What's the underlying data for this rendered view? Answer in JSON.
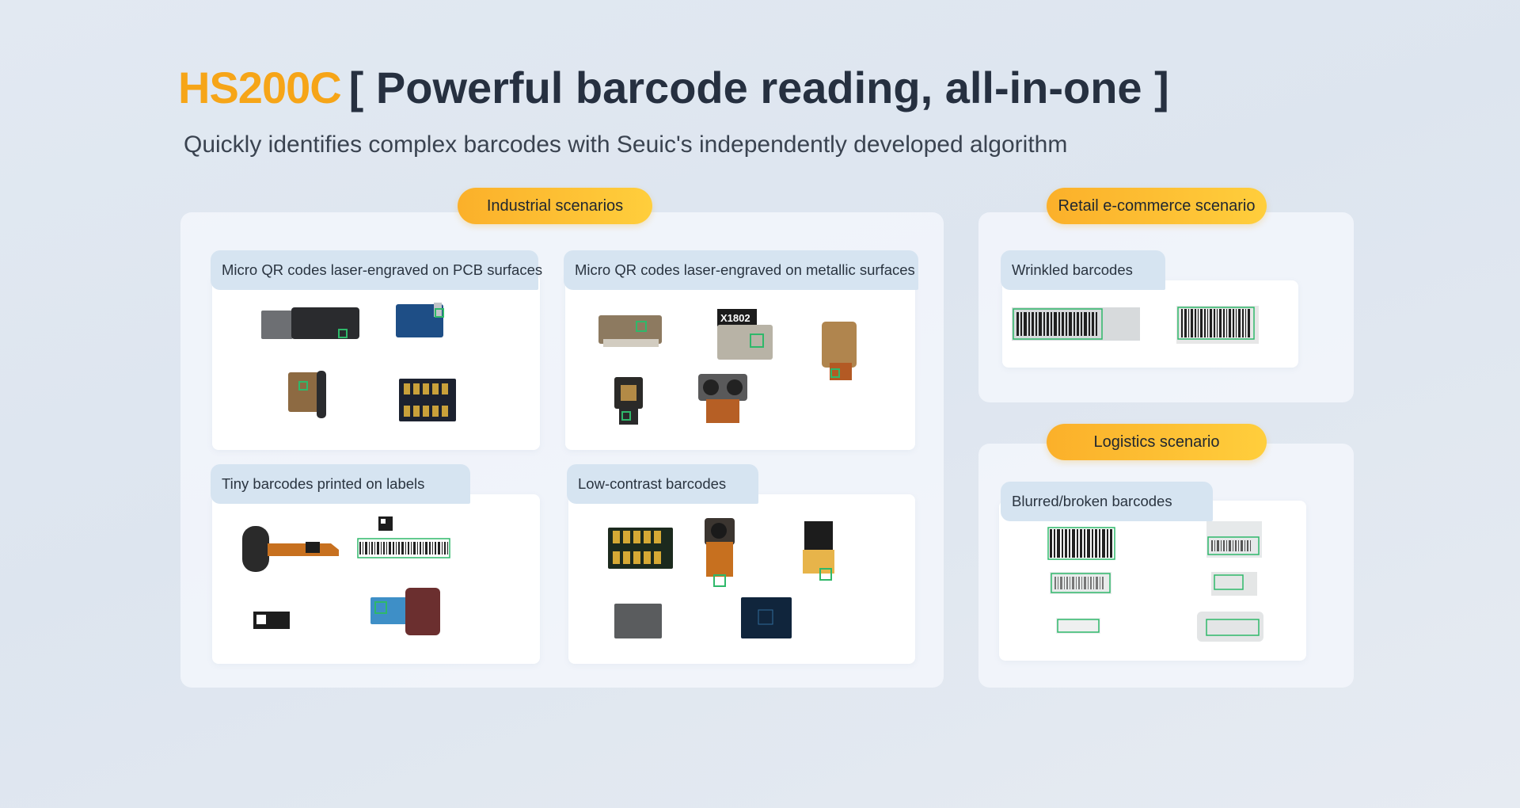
{
  "header": {
    "brand": "HS200C",
    "headline": "[ Powerful barcode reading, all-in-one ]",
    "subtitle": "Quickly identifies complex barcodes with Seuic's independently developed algorithm"
  },
  "industrial": {
    "pill": "Industrial scenarios",
    "cards": {
      "pcb": "Micro QR codes laser-engraved on PCB surfaces",
      "metal": "Micro QR codes laser-engraved on metallic surfaces",
      "tiny": "Tiny barcodes printed on labels",
      "lowcontrast": "Low-contrast barcodes"
    }
  },
  "retail": {
    "pill": "Retail e-commerce scenario",
    "card": "Wrinkled barcodes"
  },
  "logistics": {
    "pill": "Logistics scenario",
    "card": "Blurred/broken barcodes"
  },
  "product_text": {
    "metal_chip_label": "X1802"
  },
  "colors": {
    "brand": "#f6a518",
    "pill": "#fbb02a",
    "tab": "#d6e4f1",
    "highlight": "#2fb86a"
  }
}
